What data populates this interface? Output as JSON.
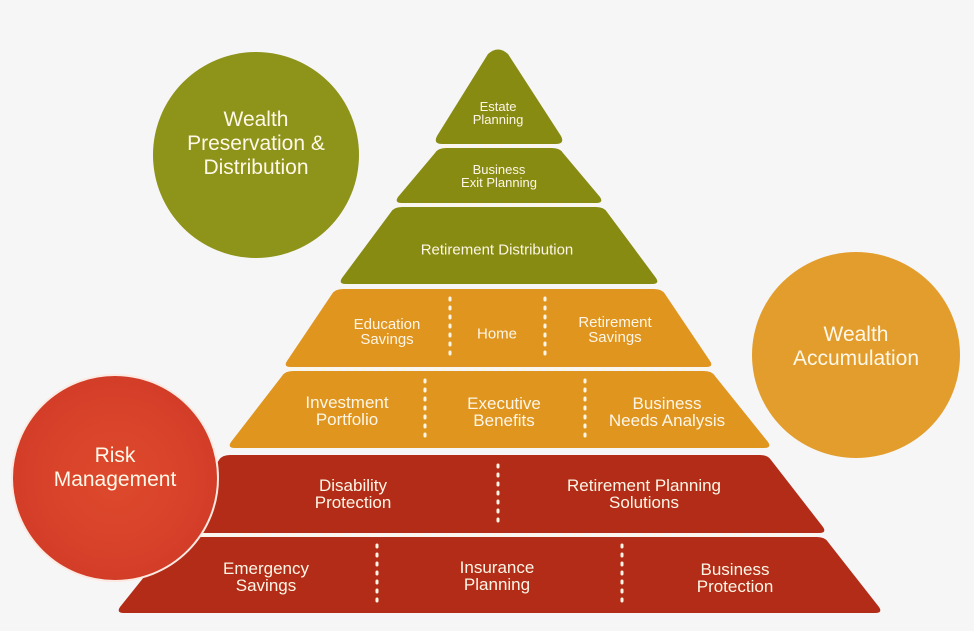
{
  "colors": {
    "background": "#f6f6f6",
    "preservation": "#878b12",
    "accumulation": "#e0951f",
    "risk": "#b22c17",
    "risk_circle": "#d6402a",
    "accumulation_circle": "#e39d2c",
    "preservation_circle": "#8e9319",
    "text": "#fdf6e6"
  },
  "circles": {
    "preservation": {
      "lines": [
        "Wealth",
        "Preservation &",
        "Distribution"
      ]
    },
    "accumulation": {
      "lines": [
        "Wealth",
        "Accumulation"
      ]
    },
    "risk": {
      "lines": [
        "Risk",
        "Management"
      ]
    }
  },
  "pyramid": {
    "preservation_tiers": [
      {
        "cells": [
          {
            "lines": [
              "Estate",
              "Planning"
            ]
          }
        ]
      },
      {
        "cells": [
          {
            "lines": [
              "Business",
              "Exit Planning"
            ]
          }
        ]
      },
      {
        "cells": [
          {
            "lines": [
              "Retirement Distribution"
            ]
          }
        ]
      }
    ],
    "accumulation_tiers": [
      {
        "cells": [
          {
            "lines": [
              "Education",
              "Savings"
            ]
          },
          {
            "lines": [
              "Home"
            ]
          },
          {
            "lines": [
              "Retirement",
              "Savings"
            ]
          }
        ]
      },
      {
        "cells": [
          {
            "lines": [
              "Investment",
              "Portfolio"
            ]
          },
          {
            "lines": [
              "Executive",
              "Benefits"
            ]
          },
          {
            "lines": [
              "Business",
              "Needs Analysis"
            ]
          }
        ]
      }
    ],
    "risk_tiers": [
      {
        "cells": [
          {
            "lines": [
              "Disability",
              "Protection"
            ]
          },
          {
            "lines": [
              "Retirement Planning",
              "Solutions"
            ]
          }
        ]
      },
      {
        "cells": [
          {
            "lines": [
              "Emergency",
              "Savings"
            ]
          },
          {
            "lines": [
              "Insurance",
              "Planning"
            ]
          },
          {
            "lines": [
              "Business",
              "Protection"
            ]
          }
        ]
      }
    ]
  }
}
